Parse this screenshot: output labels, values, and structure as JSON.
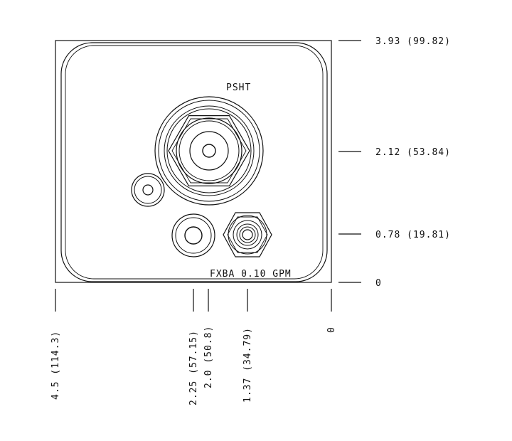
{
  "labels": {
    "fitting_top": "PSHT",
    "fitting_bottom": "FXBA 0.10 GPM"
  },
  "right_dimensions": [
    {
      "text": "3.93 (99.82)"
    },
    {
      "text": "2.12 (53.84)"
    },
    {
      "text": "0.78 (19.81)"
    },
    {
      "text": "0"
    }
  ],
  "bottom_dimensions": [
    {
      "text": "4.5 (114.3)"
    },
    {
      "text": "2.25 (57.15)"
    },
    {
      "text": "2.0 (50.8)"
    },
    {
      "text": "1.37 (34.79)"
    },
    {
      "text": "0"
    }
  ]
}
